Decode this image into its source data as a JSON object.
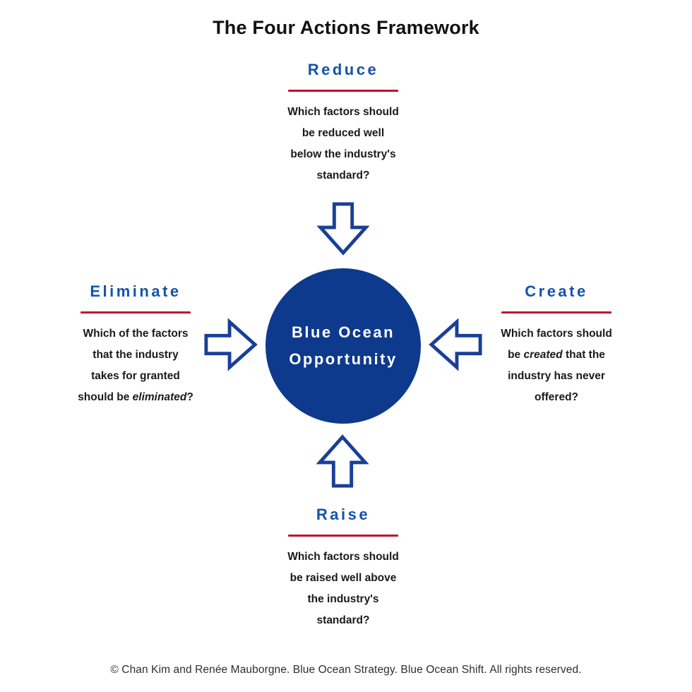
{
  "title": "The Four Actions Framework",
  "colors": {
    "heading_blue": "#1553a8",
    "circle_blue": "#0e3a8d",
    "arrow_blue": "#1a3f97",
    "rule_red": "#c01030"
  },
  "center": {
    "lines": [
      "Blue Ocean",
      "Opportunity"
    ]
  },
  "sections": {
    "reduce": {
      "label": "Reduce",
      "lines": [
        [
          {
            "t": "Which factors should"
          }
        ],
        [
          {
            "t": "be reduced well"
          }
        ],
        [
          {
            "t": "below the industry's"
          }
        ],
        [
          {
            "t": "standard?"
          }
        ]
      ]
    },
    "eliminate": {
      "label": "Eliminate",
      "lines": [
        [
          {
            "t": "Which of the factors"
          }
        ],
        [
          {
            "t": "that the industry"
          }
        ],
        [
          {
            "t": "takes for granted"
          }
        ],
        [
          {
            "t": "should be "
          },
          {
            "t": "eliminated",
            "i": true
          },
          {
            "t": "?"
          }
        ]
      ]
    },
    "create": {
      "label": "Create",
      "lines": [
        [
          {
            "t": "Which factors should"
          }
        ],
        [
          {
            "t": "be "
          },
          {
            "t": "created",
            "i": true
          },
          {
            "t": " that the"
          }
        ],
        [
          {
            "t": "industry has never"
          }
        ],
        [
          {
            "t": "offered?"
          }
        ]
      ]
    },
    "raise": {
      "label": "Raise",
      "lines": [
        [
          {
            "t": "Which factors should"
          }
        ],
        [
          {
            "t": "be raised well above"
          }
        ],
        [
          {
            "t": "the industry's"
          }
        ],
        [
          {
            "t": "standard?"
          }
        ]
      ]
    }
  },
  "arrows": [
    {
      "name": "arrow-down-icon"
    },
    {
      "name": "arrow-right-icon"
    },
    {
      "name": "arrow-left-icon"
    },
    {
      "name": "arrow-up-icon"
    }
  ],
  "footer": "© Chan Kim and Renée Mauborgne. Blue Ocean Strategy. Blue Ocean Shift. All rights reserved."
}
